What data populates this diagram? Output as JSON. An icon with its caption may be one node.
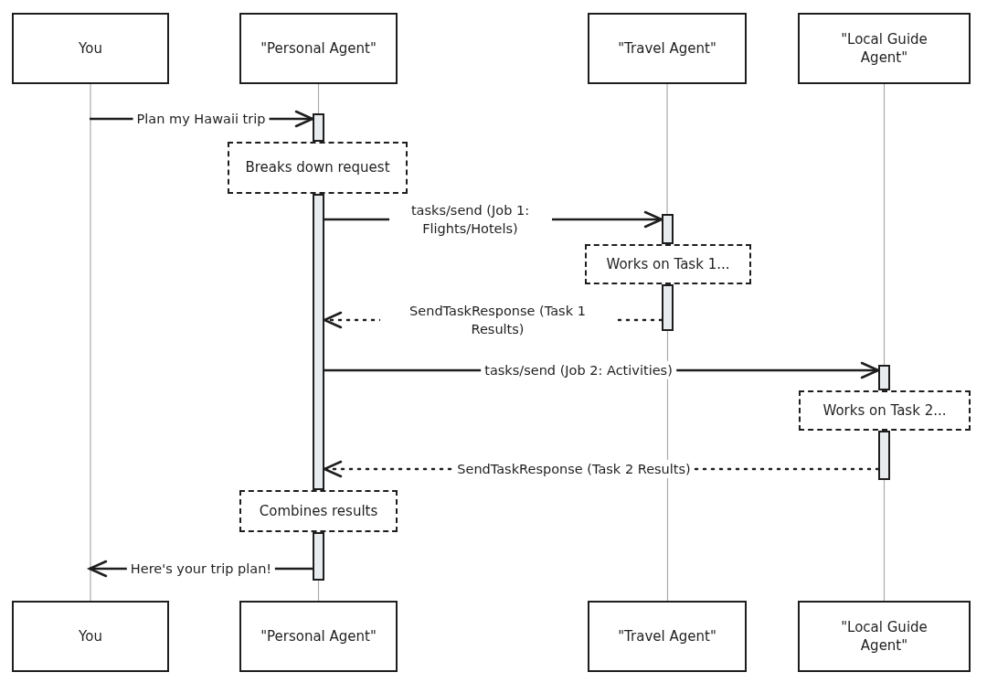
{
  "diagram": {
    "nodes": [
      {
        "text": [
          "You"
        ]
      },
      {
        "text": [
          "\"Personal Agent\""
        ]
      },
      {
        "text": [
          "\"Travel Agent\""
        ]
      },
      {
        "text": [
          "\"Local Guide Agent\""
        ]
      },
      {
        "text": [
          "You"
        ]
      },
      {
        "text": [
          "\"Personal Agent\""
        ]
      },
      {
        "text": [
          "\"Travel Agent\""
        ]
      },
      {
        "text": [
          "\"Local Guide Agent\""
        ]
      },
      {
        "text": [
          "Breaks down request"
        ]
      },
      {
        "text": [
          "Works on Task 1..."
        ]
      },
      {
        "text": [
          "Works on Task 2..."
        ]
      },
      {
        "text": [
          "Combines results"
        ]
      },
      {
        "text": [],
        "shape": "bar"
      },
      {
        "text": [],
        "shape": "bar"
      },
      {
        "text": [],
        "shape": "bar"
      },
      {
        "text": [],
        "shape": "bar"
      },
      {
        "text": [],
        "shape": "bar"
      },
      {
        "text": [],
        "shape": "bar"
      },
      {
        "text": [],
        "shape": "bar"
      }
    ],
    "edges": [
      {
        "from": null,
        "to": 12,
        "arrow": "to",
        "label": "Plan my Hawaii trip",
        "color": "#1e1e1e"
      },
      {
        "from": 13,
        "to": 14,
        "arrow": "to",
        "label": "tasks/send (Job 1: Flights/Hotels)",
        "color": "#1e1e1e"
      },
      {
        "from": 15,
        "to": 13,
        "arrow": "to",
        "label": "SendTaskResponse (Task 1 Results)",
        "style": "dashed",
        "color": "#1e1e1e"
      },
      {
        "from": 13,
        "to": 16,
        "arrow": "to",
        "label": "tasks/send (Job 2: Activities)",
        "color": "#1e1e1e"
      },
      {
        "from": 17,
        "to": 13,
        "arrow": "to",
        "label": "SendTaskResponse (Task 2 Results)",
        "style": "dashed",
        "color": "#1e1e1e"
      },
      {
        "from": 18,
        "to": null,
        "arrow": "to",
        "label": "Here's your trip plan!",
        "color": "#1e1e1e"
      },
      {
        "from": 0,
        "to": 4,
        "arrow": "none"
      },
      {
        "from": 1,
        "to": 12,
        "arrow": "none"
      },
      {
        "from": 18,
        "to": 5,
        "arrow": "none"
      },
      {
        "from": 2,
        "to": 14,
        "arrow": "none"
      },
      {
        "from": 15,
        "to": 6,
        "arrow": "none"
      },
      {
        "from": 3,
        "to": 16,
        "arrow": "none"
      },
      {
        "from": 17,
        "to": 7,
        "arrow": "none"
      }
    ]
  }
}
